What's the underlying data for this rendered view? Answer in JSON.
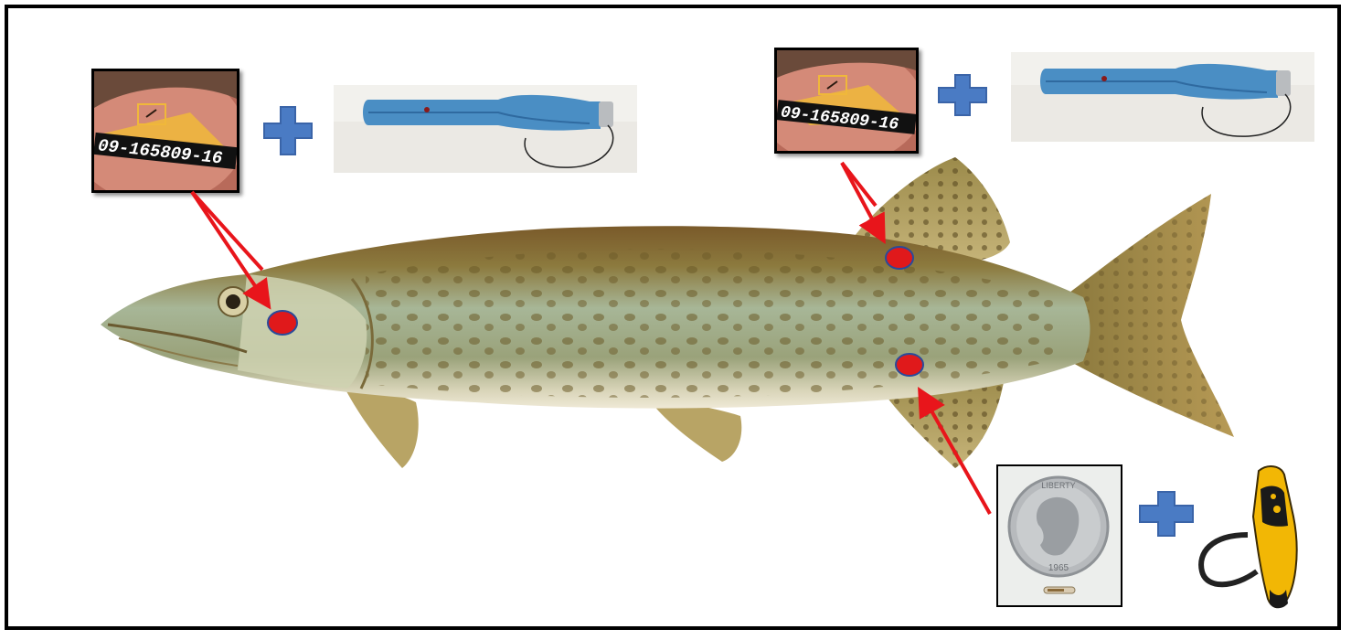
{
  "tag_code": "09-165809-16",
  "quarter_year": "1965",
  "quarter_motto": "LIBERTY",
  "colors": {
    "marker": "#e0191b",
    "marker_outline": "#2a4a9a",
    "arrow": "#e8151b",
    "plus": "#4a7bc4",
    "frame": "#000000",
    "reader_blue": "#4a8ec4",
    "reader_yellow": "#f2b705",
    "tag_box": "#f0b83a"
  },
  "icons": {
    "plus": "plus-icon",
    "marker": "tag-location-dot"
  }
}
